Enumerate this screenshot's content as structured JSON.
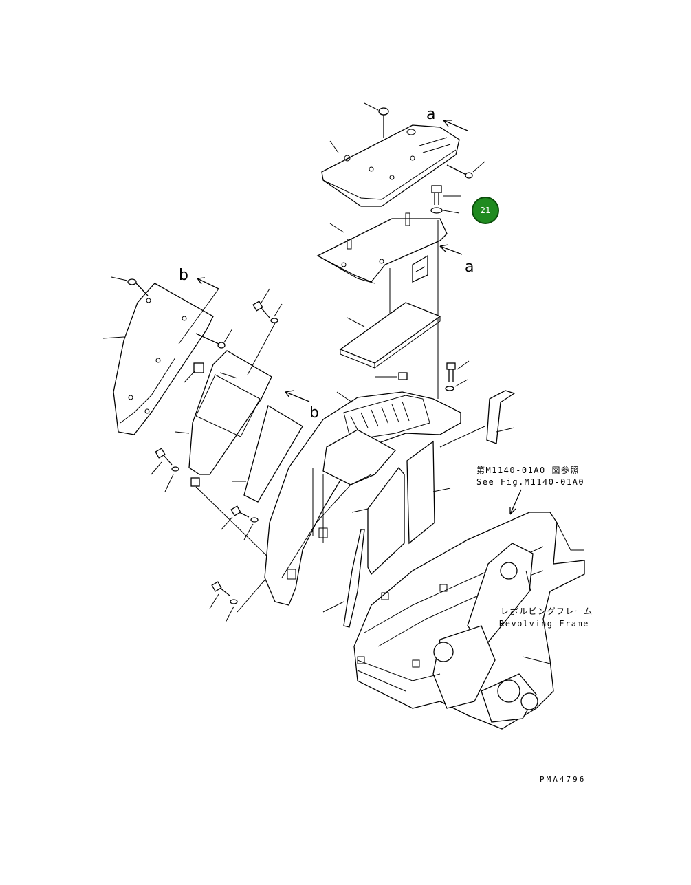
{
  "callouts": {
    "arrow_a_top": "a",
    "arrow_a_side": "a",
    "arrow_b_top": "b",
    "arrow_b_side": "b"
  },
  "reference_jp": "第M1140-01A0 図参照",
  "reference_en": "See Fig.M1140-01A0",
  "frame_label_jp": "レボルビングフレーム",
  "frame_label_en": "Revolving Frame",
  "drawing_code": "PMA4796",
  "badge": {
    "number": "21",
    "color": "#1f8a1f",
    "border_color": "#0b4d0b"
  }
}
